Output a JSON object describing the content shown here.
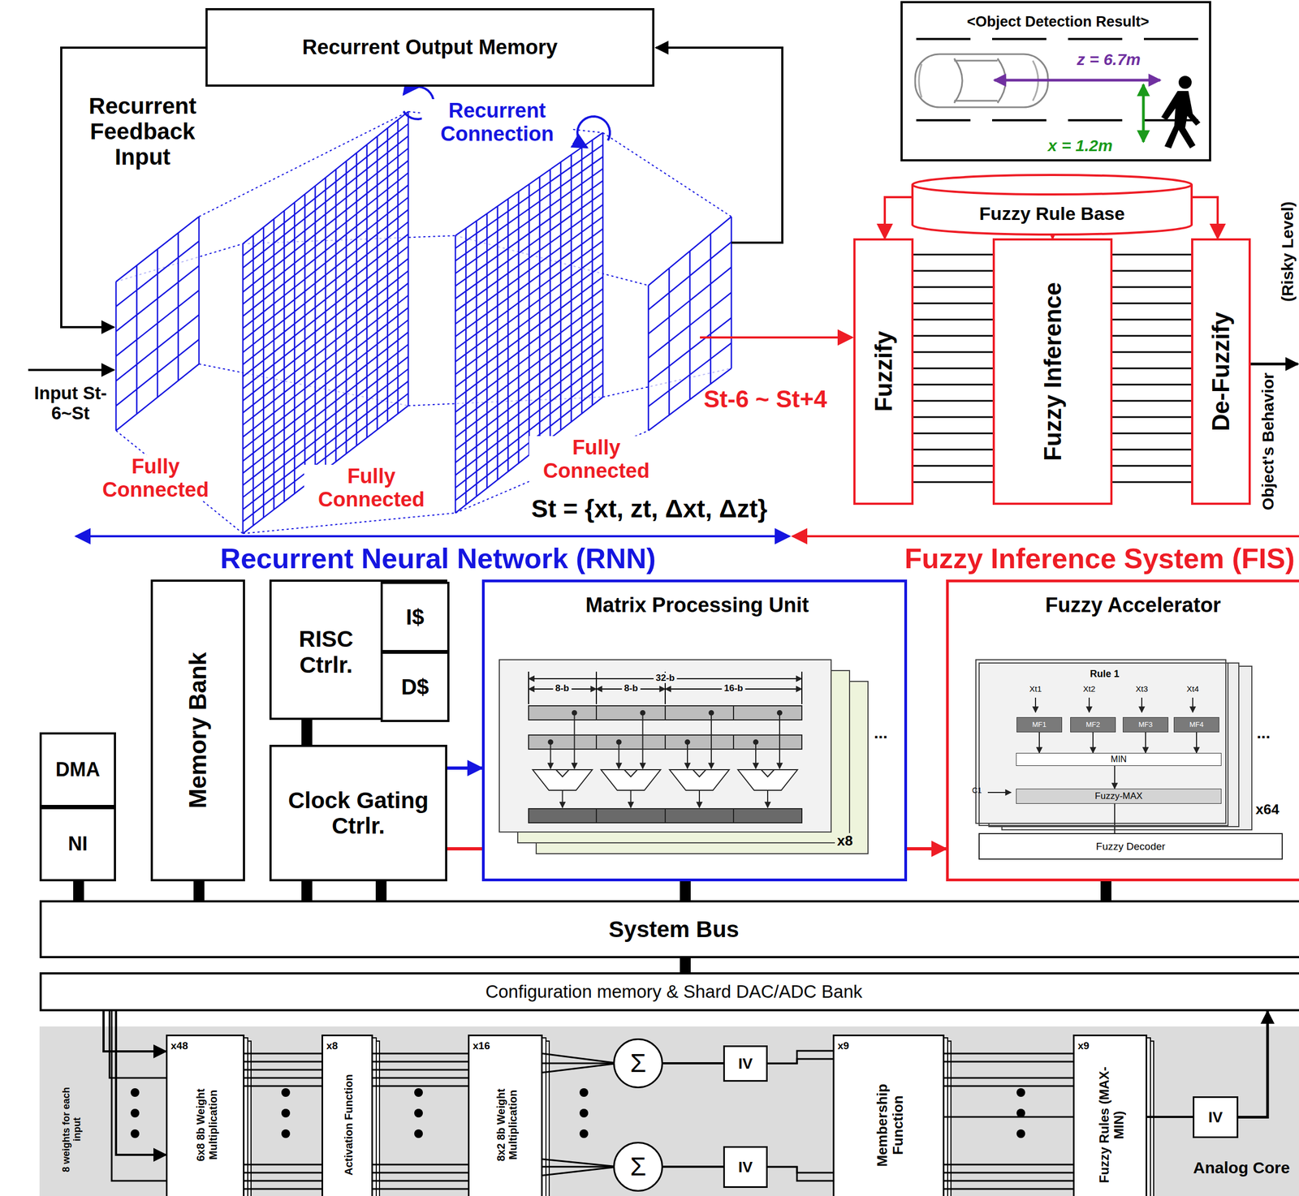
{
  "diagram": {
    "nodes": [
      {
        "text": [
          "Recurrent Output Memory"
        ]
      },
      {
        "text": [
          "<Object Detection Result>",
          "z = 6.7m",
          "x = 1.2m"
        ]
      },
      {
        "text": [
          "Fuzzy Rule Base"
        ]
      },
      {
        "text": [
          "Fuzzify"
        ]
      },
      {
        "text": [
          "Fuzzy Inference"
        ]
      },
      {
        "text": [
          "De-Fuzzify"
        ]
      },
      {
        "text": [
          "DMA"
        ]
      },
      {
        "text": [
          "NI"
        ]
      },
      {
        "text": [
          "Memory Bank"
        ]
      },
      {
        "text": [
          "RISC Ctrlr."
        ]
      },
      {
        "text": [
          "I$"
        ],
        "in": 9
      },
      {
        "text": [
          "D$"
        ],
        "in": 9
      },
      {
        "text": [
          "Clock Gating Ctrlr."
        ]
      },
      {
        "text": [
          "Matrix Processing Unit"
        ]
      },
      {
        "text": [
          "Fuzzy Accelerator"
        ]
      },
      {
        "text": [
          "Rule 1"
        ],
        "in": 14
      },
      {
        "text": [
          "MF1"
        ],
        "in": 15
      },
      {
        "text": [
          "MF2"
        ],
        "in": 15
      },
      {
        "text": [
          "MF3"
        ],
        "in": 15
      },
      {
        "text": [
          "MF4"
        ],
        "in": 15
      },
      {
        "text": [
          "MIN"
        ],
        "in": 15
      },
      {
        "text": [
          "Fuzzy-MAX"
        ],
        "in": 15
      },
      {
        "text": [
          "Fuzzy Decoder"
        ],
        "in": 14
      },
      {
        "text": [
          "System Bus"
        ]
      },
      {
        "text": [
          "Configuration memory & Shard DAC/ADC Bank"
        ]
      },
      {
        "text": [
          "Analog Core"
        ]
      },
      {
        "text": [
          "x48",
          "6x8 8b Weight Multiplication"
        ],
        "in": 25
      },
      {
        "text": [
          "x8",
          "Activation Function"
        ],
        "in": 25
      },
      {
        "text": [
          "x16",
          "8x2 8b Weight Multiplication"
        ],
        "in": 25
      },
      {
        "text": [
          "Σ"
        ],
        "in": 25
      },
      {
        "text": [
          "Σ"
        ],
        "in": 25
      },
      {
        "text": [
          "IV"
        ],
        "in": 25
      },
      {
        "text": [
          "IV"
        ],
        "in": 25
      },
      {
        "text": [
          "x9",
          "Membership Function"
        ],
        "in": 25
      },
      {
        "text": [
          "x9",
          "Fuzzy Rules (MAX-MIN)"
        ],
        "in": 25
      },
      {
        "text": [
          "IV"
        ],
        "in": 25
      }
    ],
    "edges": [
      {
        "from": 2,
        "to": 3,
        "arrow": "to"
      },
      {
        "from": 2,
        "to": 4,
        "arrow": "to"
      },
      {
        "from": 2,
        "to": 5,
        "arrow": "to"
      },
      {
        "from": 3,
        "to": 4,
        "arrow": "none"
      },
      {
        "from": 4,
        "to": 5,
        "arrow": "none"
      },
      {
        "from": 9,
        "to": 12,
        "arrow": "none"
      },
      {
        "from": 12,
        "to": 13,
        "arrow": "to"
      },
      {
        "from": 12,
        "to": 13,
        "arrow": "none"
      },
      {
        "from": 13,
        "to": 14,
        "arrow": "to"
      },
      {
        "from": 16,
        "to": 20,
        "arrow": "to"
      },
      {
        "from": 17,
        "to": 20,
        "arrow": "to"
      },
      {
        "from": 18,
        "to": 20,
        "arrow": "to"
      },
      {
        "from": 19,
        "to": 20,
        "arrow": "to"
      },
      {
        "from": 20,
        "to": 21,
        "arrow": "to"
      },
      {
        "from": 21,
        "to": 22,
        "arrow": "none"
      },
      {
        "from": 7,
        "to": 23,
        "arrow": "none"
      },
      {
        "from": 8,
        "to": 23,
        "arrow": "none"
      },
      {
        "from": 12,
        "to": 23,
        "arrow": "none"
      },
      {
        "from": 12,
        "to": 23,
        "arrow": "none"
      },
      {
        "from": 13,
        "to": 23,
        "arrow": "none"
      },
      {
        "from": 14,
        "to": 23,
        "arrow": "none"
      },
      {
        "from": 23,
        "to": 24,
        "arrow": "none"
      },
      {
        "from": 24,
        "to": 26,
        "arrow": "to"
      },
      {
        "from": 24,
        "to": 26,
        "arrow": "to"
      },
      {
        "from": 26,
        "to": 27,
        "arrow": "none"
      },
      {
        "from": 27,
        "to": 28,
        "arrow": "none"
      },
      {
        "from": 28,
        "to": 29,
        "arrow": "none"
      },
      {
        "from": 28,
        "to": 30,
        "arrow": "none"
      },
      {
        "from": 29,
        "to": 31,
        "arrow": "none"
      },
      {
        "from": 30,
        "to": 32,
        "arrow": "none"
      },
      {
        "from": 31,
        "to": 33,
        "arrow": "none"
      },
      {
        "from": 32,
        "to": 33,
        "arrow": "none"
      },
      {
        "from": 33,
        "to": 34,
        "arrow": "none"
      },
      {
        "from": 34,
        "to": 35,
        "arrow": "none"
      },
      {
        "from": 35,
        "to": 24,
        "arrow": "to"
      }
    ],
    "labels": [
      "Recurrent Feedback Input",
      "Recurrent Connection",
      "Input St-6~St",
      "Fully Connected",
      "Fully Connected",
      "Fully Connected",
      "St-6 ~ St+4",
      "St = {xt, zt, Δxt, Δzt}",
      "Recurrent Neural Network (RNN)",
      "Fuzzy Inference System (FIS)",
      "Object's Behavior",
      "(Risky Level)",
      "32-b",
      "8-b",
      "8-b",
      "16-b",
      "x8",
      "...",
      "Xt1",
      "Xt2",
      "Xt3",
      "Xt4",
      "C1",
      "x64",
      "...",
      "8 weights for each input"
    ]
  }
}
